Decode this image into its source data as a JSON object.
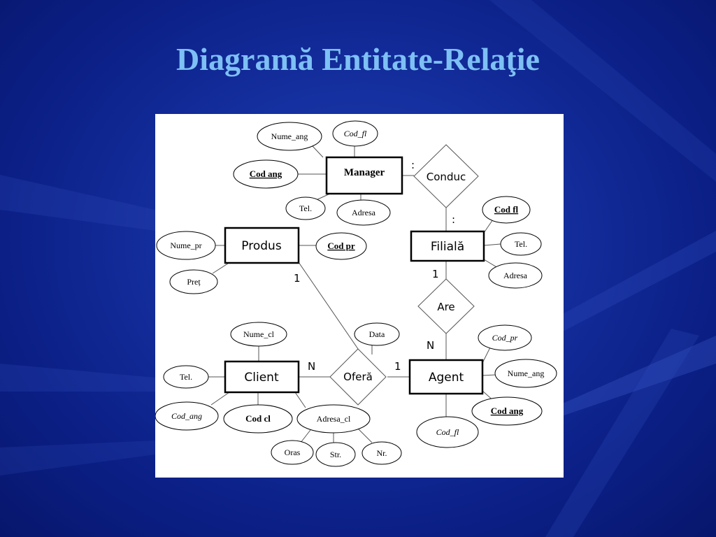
{
  "slide": {
    "title": "Diagramă Entitate-Relaţie",
    "colors": {
      "background": "#0b1f86",
      "title": "#7ec0f4",
      "panel": "#ffffff"
    }
  },
  "diagram": {
    "entities": {
      "manager": "Manager",
      "produs": "Produs",
      "filiala": "Filială",
      "client": "Client",
      "agent": "Agent"
    },
    "relationships": {
      "conduc": "Conduc",
      "are": "Are",
      "ofera": "Oferă"
    },
    "attributes": {
      "manager_nume_ang": "Nume_ang",
      "manager_cod_fl": "Cod_fl",
      "manager_cod_ang": "Cod ang",
      "manager_tel": "Tel.",
      "manager_adresa": "Adresa",
      "produs_nume_pr": "Nume_pr",
      "produs_pret": "Preț",
      "produs_cod_pr": "Cod pr",
      "filiala_cod_fl": "Cod fl",
      "filiala_tel": "Tel.",
      "filiala_adresa": "Adresa",
      "client_nume_cl": "Nume_cl",
      "client_tel": "Tel.",
      "client_cod_ang": "Cod_ang",
      "client_cod_cl": "Cod cl",
      "client_adresa_cl": "Adresa_cl",
      "adresa_oras": "Oras",
      "adresa_str": "Str.",
      "adresa_nr": "Nr.",
      "ofera_data": "Data",
      "agent_cod_pr": "Cod_pr",
      "agent_nume_ang": "Nume_ang",
      "agent_cod_ang": "Cod ang",
      "agent_cod_fl": "Cod_fl"
    },
    "cardinalities": {
      "produs_ofera": "1",
      "filiala_are": "1",
      "are_agent": "N",
      "client_ofera": "N",
      "ofera_agent": "1",
      "manager_conduc": ":",
      "conduc_filiala": ":"
    }
  }
}
